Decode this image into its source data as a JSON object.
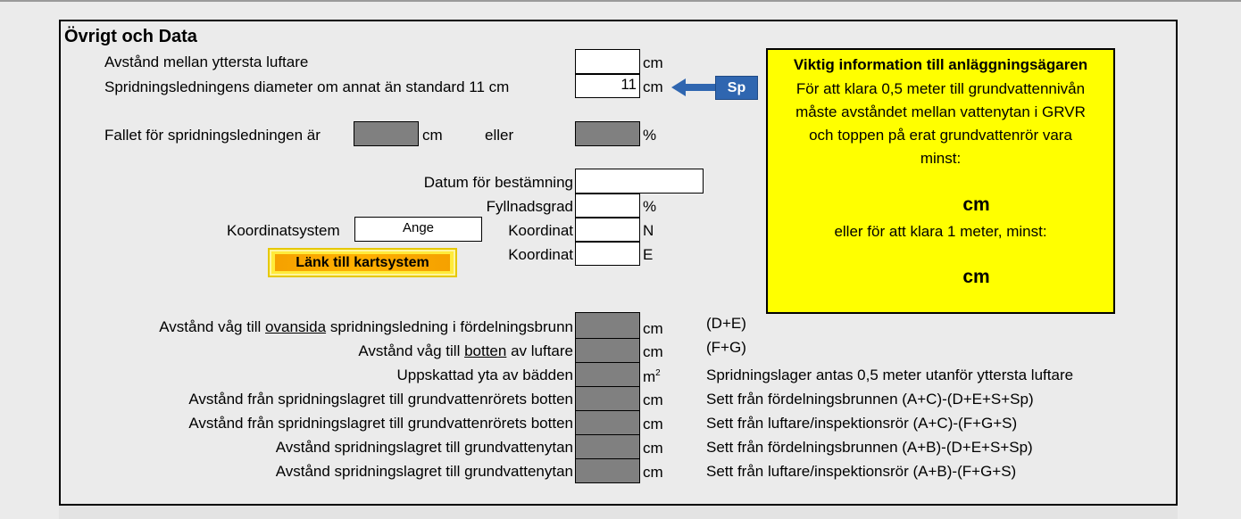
{
  "section_title": "Övrigt och Data",
  "top": {
    "distance_label": "Avstånd mellan yttersta luftare",
    "distance_unit": "cm",
    "diameter_label": "Spridningsledningens diameter om annat än standard 11 cm",
    "diameter_value": "11",
    "diameter_unit": "cm",
    "sp_button": "Sp",
    "slope_label": "Fallet för spridningsledningen är",
    "slope_unit": "cm",
    "or_label": "eller",
    "percent_unit": "%"
  },
  "fields": {
    "date_label": "Datum för bestämning",
    "fill_label": "Fyllnadsgrad",
    "fill_unit": "%",
    "coord_system_label": "Koordinatsystem",
    "coord_system_value": "Ange",
    "coord_label_1": "Koordinat",
    "coord_unit_1": "N",
    "coord_label_2": "Koordinat",
    "coord_unit_2": "E",
    "map_link_button": "Länk till kartsystem"
  },
  "info_box": {
    "heading": "Viktig information till anläggningsägaren",
    "line1": "För att klara 0,5 meter till grundvattennivån",
    "line2": "måste avståndet mellan vattenytan i GRVR",
    "line3": "och toppen på erat grundvattenrör vara",
    "line4": "minst:",
    "unit1": "cm",
    "line5": "eller för att klara 1 meter, minst:",
    "unit2": "cm"
  },
  "rows": [
    {
      "pre": "Avstånd våg till ",
      "u": "ovansida",
      "post": " spridningsledning i fördelningsbrunn",
      "unit": "cm",
      "note": "(D+E)"
    },
    {
      "pre": "Avstånd våg till ",
      "u": "botten",
      "post": " av luftare",
      "unit": "cm",
      "note": "(F+G)"
    },
    {
      "label": "Uppskattad yta av bädden",
      "unit": "m",
      "unit_sup": "2",
      "note": "Spridningslager antas 0,5 meter utanför yttersta luftare"
    },
    {
      "label": "Avstånd från spridningslagret till grundvattenrörets botten",
      "unit": "cm",
      "note": "Sett från fördelningsbrunnen (A+C)-(D+E+S+Sp)"
    },
    {
      "label": "Avstånd från spridningslagret till grundvattenrörets botten",
      "unit": "cm",
      "note": "Sett från luftare/inspektionsrör (A+C)-(F+G+S)"
    },
    {
      "label": "Avstånd spridningslagret till grundvattenytan",
      "unit": "cm",
      "note": "Sett från fördelningsbrunnen (A+B)-(D+E+S+Sp)"
    },
    {
      "label": "Avstånd spridningslagret till grundvattenytan",
      "unit": "cm",
      "note": "Sett från luftare/inspektionsrör (A+B)-(F+G+S)"
    }
  ],
  "colors": {
    "info_bg": "#ffff00",
    "gray_cell": "#808080",
    "sp_button": "#2f66b0",
    "link_button": "#ffb000"
  }
}
